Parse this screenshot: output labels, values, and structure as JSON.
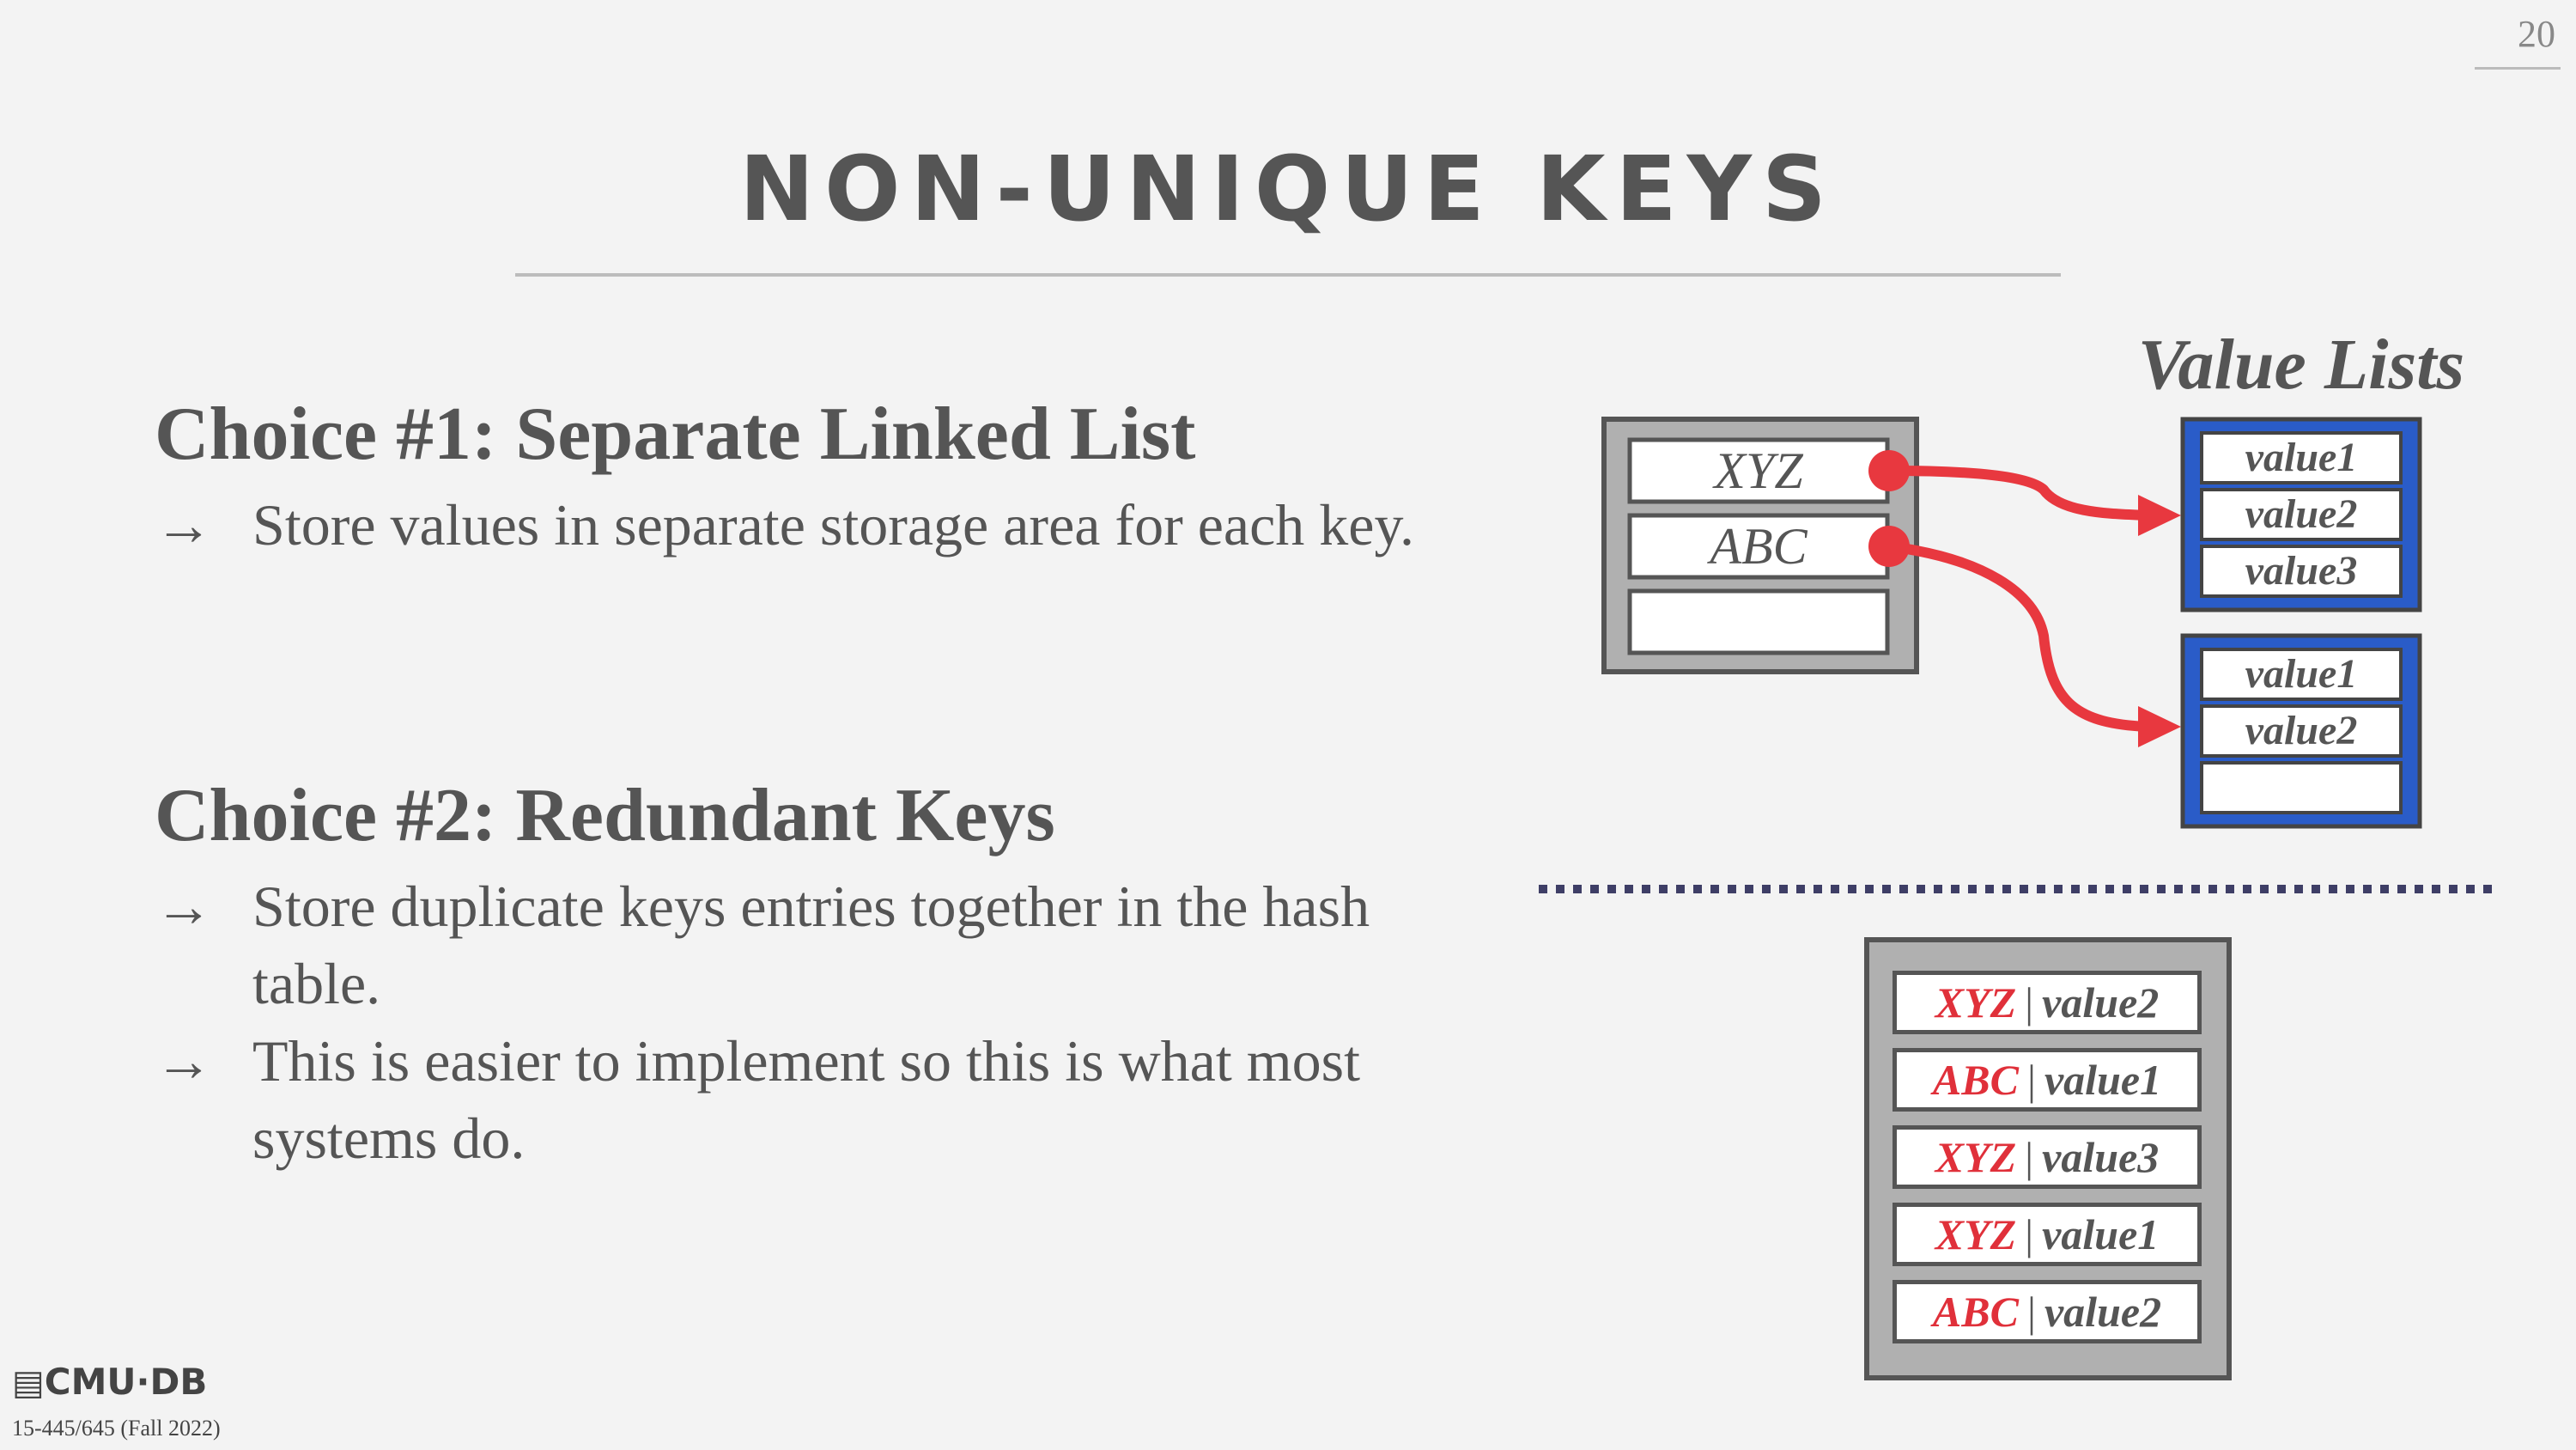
{
  "slide": {
    "page_number": "20",
    "title": "NON-UNIQUE KEYS",
    "choices": [
      {
        "heading": "Choice #1: Separate Linked List",
        "bullets": [
          "Store values in separate storage area for each key."
        ]
      },
      {
        "heading": "Choice #2: Redundant Keys",
        "bullets": [
          "Store duplicate keys entries together in the hash table.",
          "This is easier to implement so this is what most systems do."
        ]
      }
    ],
    "arrow_glyph": "→",
    "footer": {
      "logo": "CMU·DB",
      "course": "15-445/645 (Fall 2022)"
    }
  },
  "diagram1": {
    "value_lists_label": "Value Lists",
    "hash_slots": [
      "XYZ",
      "ABC",
      ""
    ],
    "value_lists": [
      [
        "value1",
        "value2",
        "value3"
      ],
      [
        "value1",
        "value2",
        ""
      ]
    ]
  },
  "diagram2": {
    "separator": "|",
    "entries": [
      {
        "key": "XYZ",
        "value": "value2"
      },
      {
        "key": "ABC",
        "value": "value1"
      },
      {
        "key": "XYZ",
        "value": "value3"
      },
      {
        "key": "XYZ",
        "value": "value1"
      },
      {
        "key": "ABC",
        "value": "value2"
      }
    ]
  },
  "colors": {
    "background": "#f3f3f3",
    "text": "#555555",
    "key_red": "#e0303a",
    "arrow_red": "#e8383f",
    "list_blue": "#2a5cc8",
    "table_gray": "#b0b0b0",
    "divider": "#3e3e66"
  }
}
